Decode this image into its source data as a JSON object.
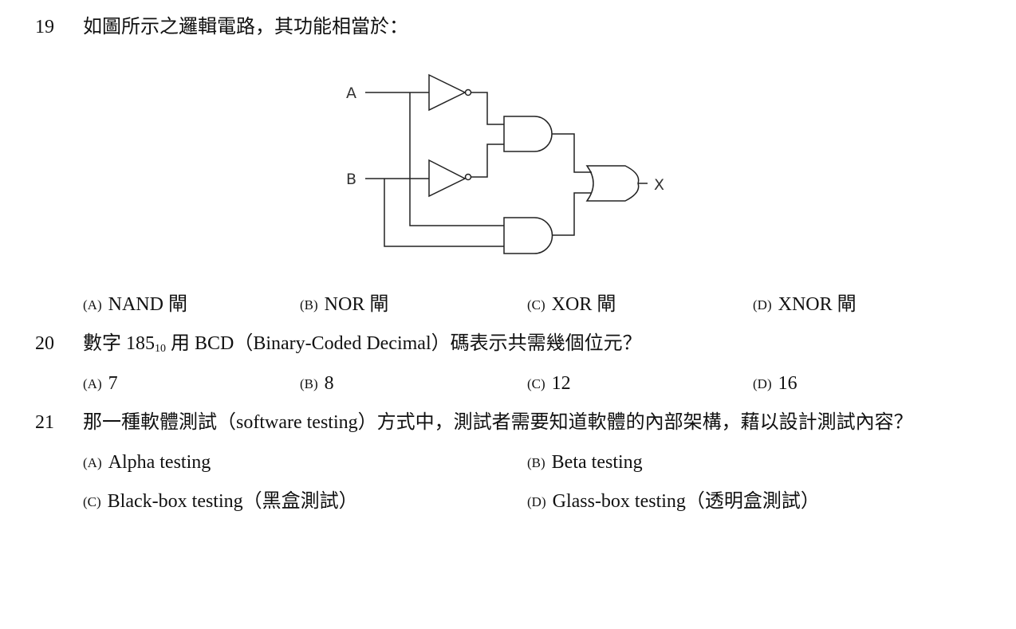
{
  "questions": [
    {
      "number": "19",
      "text": "如圖所示之邏輯電路，其功能相當於：",
      "diagram": {
        "input_a": "A",
        "input_b": "B",
        "output": "X"
      },
      "options": [
        {
          "label": "(A)",
          "text": "NAND 閘"
        },
        {
          "label": "(B)",
          "text": "NOR 閘"
        },
        {
          "label": "(C)",
          "text": "XOR 閘"
        },
        {
          "label": "(D)",
          "text": "XNOR 閘"
        }
      ]
    },
    {
      "number": "20",
      "text_before": "數字 185",
      "text_sub": "10",
      "text_after": " 用 BCD（Binary-Coded Decimal）碼表示共需幾個位元？",
      "options": [
        {
          "label": "(A)",
          "text": "7"
        },
        {
          "label": "(B)",
          "text": "8"
        },
        {
          "label": "(C)",
          "text": "12"
        },
        {
          "label": "(D)",
          "text": "16"
        }
      ]
    },
    {
      "number": "21",
      "text": "那一種軟體測試（software testing）方式中，測試者需要知道軟體的內部架構，藉以設計測試內容？",
      "options": [
        {
          "label": "(A)",
          "text": "Alpha testing"
        },
        {
          "label": "(B)",
          "text": "Beta testing"
        },
        {
          "label": "(C)",
          "text": "Black-box testing（黑盒測試）"
        },
        {
          "label": "(D)",
          "text": "Glass-box testing（透明盒測試）"
        }
      ]
    }
  ]
}
